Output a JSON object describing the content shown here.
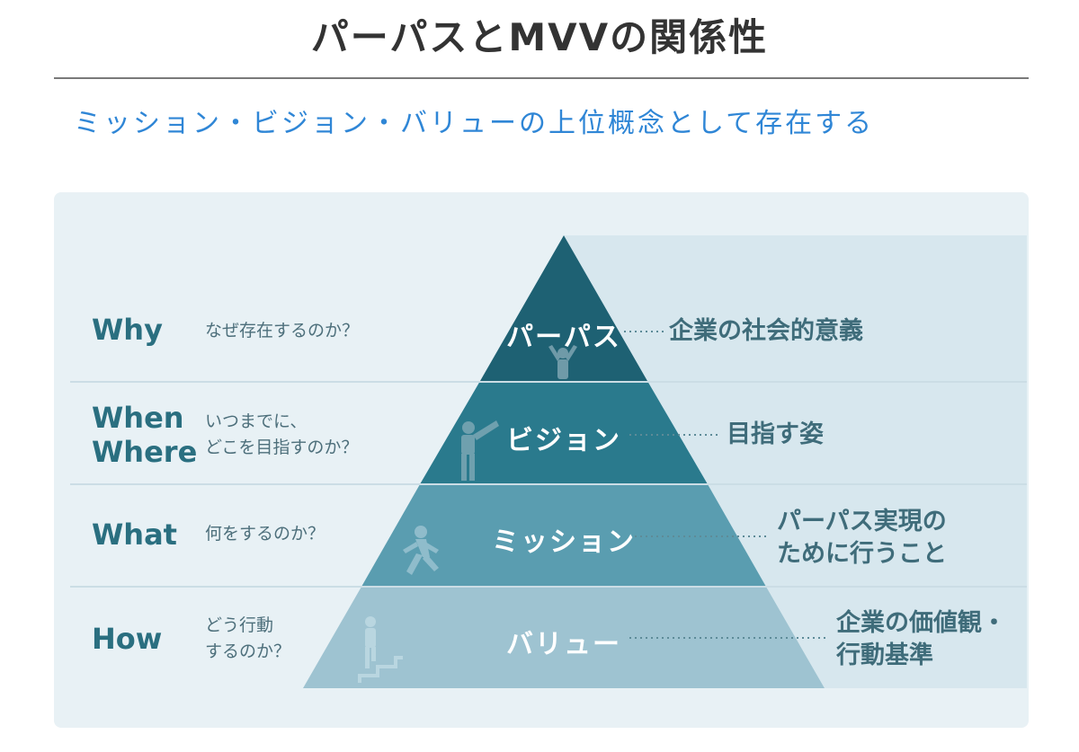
{
  "title": "パーパスとMVVの関係性",
  "subtitle": "ミッション・ビジョン・バリューの上位概念として存在する",
  "colors": {
    "tier_purpose": "#1e6173",
    "tier_vision": "#2a7a8d",
    "tier_mission": "#5a9db0",
    "tier_value": "#9ec3d1",
    "title_text": "#333333",
    "subtitle_text": "#2f86d6",
    "panel_bg": "#e8f1f5"
  },
  "tiers": [
    {
      "question_lines": [
        "Why"
      ],
      "question_text_lines": [
        "なぜ存在するのか？"
      ],
      "label": "パーパス",
      "desc_lines": [
        "企業の社会的意義"
      ],
      "icon": "person-arms-raised-icon"
    },
    {
      "question_lines": [
        "When",
        "Where"
      ],
      "question_text_lines": [
        "いつまでに、",
        "どこを目指すのか？"
      ],
      "label": "ビジョン",
      "desc_lines": [
        "目指す姿"
      ],
      "icon": "person-telescope-icon"
    },
    {
      "question_lines": [
        "What"
      ],
      "question_text_lines": [
        "何をするのか？"
      ],
      "label": "ミッション",
      "desc_lines": [
        "パーパス実現の",
        "ために行うこと"
      ],
      "icon": "person-running-icon"
    },
    {
      "question_lines": [
        "How"
      ],
      "question_text_lines": [
        "どう行動",
        "するのか？"
      ],
      "label": "バリュー",
      "desc_lines": [
        "企業の価値観・",
        "行動基準"
      ],
      "icon": "person-climbing-stairs-icon"
    }
  ]
}
